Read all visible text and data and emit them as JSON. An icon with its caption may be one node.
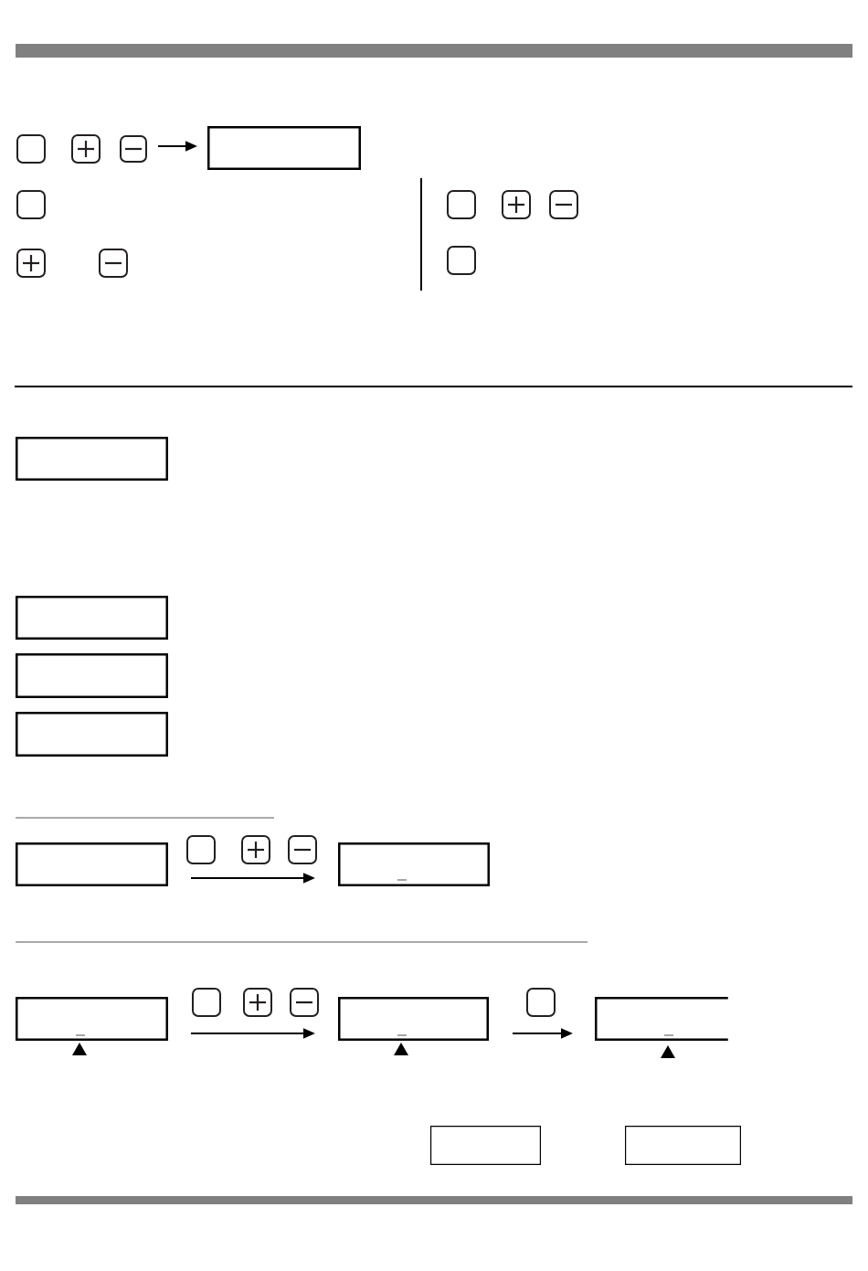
{
  "diagram": {
    "nodes": [
      {
        "text": [],
        "shape": "button"
      },
      {
        "text": [],
        "shape": "box"
      },
      {
        "text": [],
        "shape": "box"
      },
      {
        "text": [],
        "shape": "box"
      },
      {
        "text": [],
        "shape": "box"
      },
      {
        "text": [],
        "shape": "box"
      },
      {
        "text": [],
        "shape": "box"
      },
      {
        "text": [],
        "shape": "box"
      },
      {
        "text": [],
        "shape": "box"
      },
      {
        "text": [],
        "shape": "box"
      },
      {
        "text": [],
        "shape": "box"
      },
      {
        "text": [],
        "shape": "box"
      },
      {
        "text": [],
        "shape": "box"
      }
    ],
    "edges": [
      {
        "from": 0,
        "to": 1,
        "arrow": "to"
      },
      {
        "from": 6,
        "to": 7,
        "arrow": "to"
      },
      {
        "from": 8,
        "to": 9,
        "arrow": "to"
      },
      {
        "from": 9,
        "to": 10,
        "arrow": "to"
      }
    ]
  }
}
